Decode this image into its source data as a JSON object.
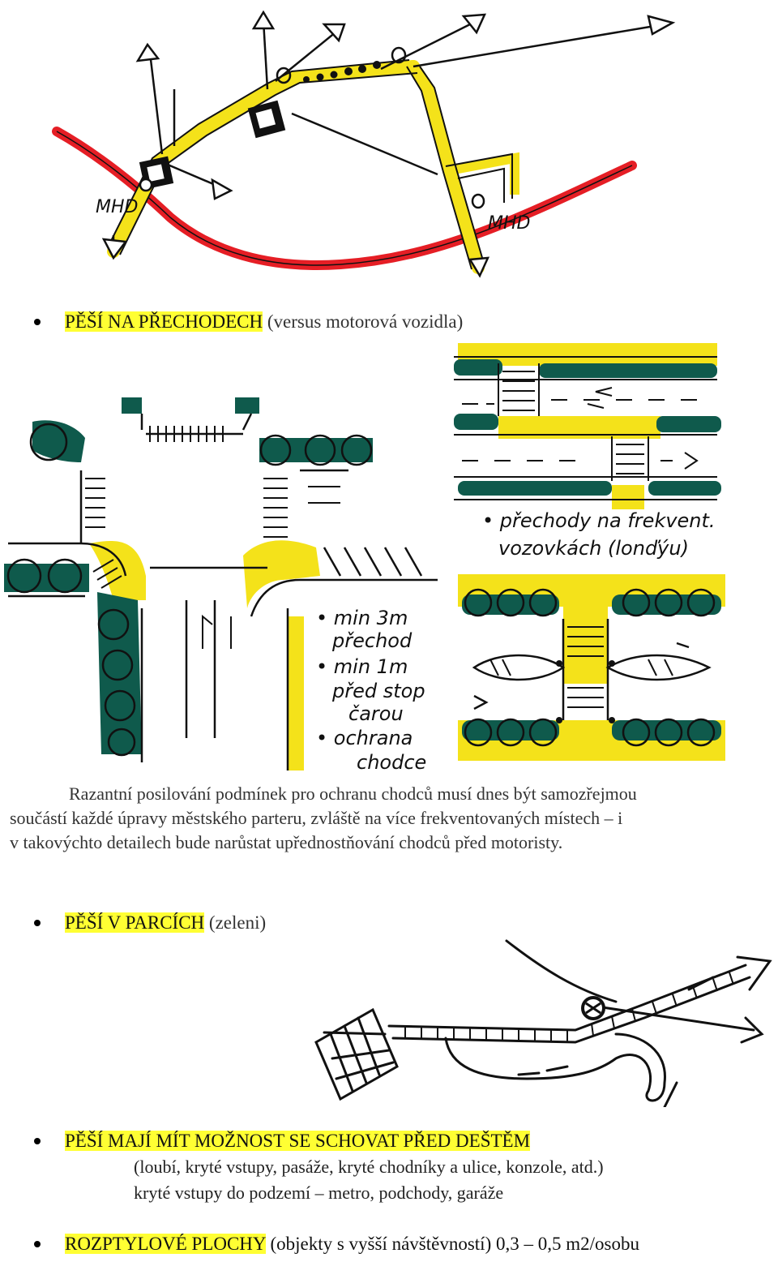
{
  "sketch_top": {
    "labels": [
      "MHD",
      "MHD"
    ]
  },
  "section1": {
    "title_highlight": "PĚŠÍ NA PŘECHODECH",
    "title_rest": "(versus motorová vozidla)"
  },
  "sketch_crossings": {
    "note_left": [
      "• min 3m",
      "přechod",
      "• min 1m",
      "před stop",
      "čarou",
      "• ochrana",
      "chodce"
    ],
    "note_right": [
      "• přechody na frekvent.",
      "vozovkách (lonďýu)"
    ]
  },
  "paragraph": {
    "lines": [
      "Razantní posilování podmínek pro ochranu chodců musí dnes být samozřejmou",
      "součástí každé úpravy městského parteru, zvláště na více frekventovaných místech – i",
      "v takovýchto detailech bude narůstat upřednostňování chodců před motoristy."
    ]
  },
  "section2": {
    "title_highlight": "PĚŠÍ V PARCÍCH",
    "title_rest": "(zeleni)"
  },
  "section3": {
    "title_highlight": "PĚŠÍ MAJÍ MÍT MOŽNOST SE SCHOVAT PŘED DEŠTĚM",
    "line1": "(loubí, kryté vstupy, pasáže, kryté chodníky a ulice, konzole, atd.)",
    "line2": "kryté vstupy do podzemí – metro, podchody, garáže"
  },
  "section4": {
    "title_highlight": "ROZPTYLOVÉ PLOCHY",
    "title_rest": "(objekty s vyšší návštěvností)  0,3 – 0,5 m2/osobu"
  },
  "colors": {
    "highlight": "#ffff33",
    "sketch_yellow": "#f4e21a",
    "sketch_red": "#e51e25",
    "sketch_green": "#0f5a4c"
  }
}
